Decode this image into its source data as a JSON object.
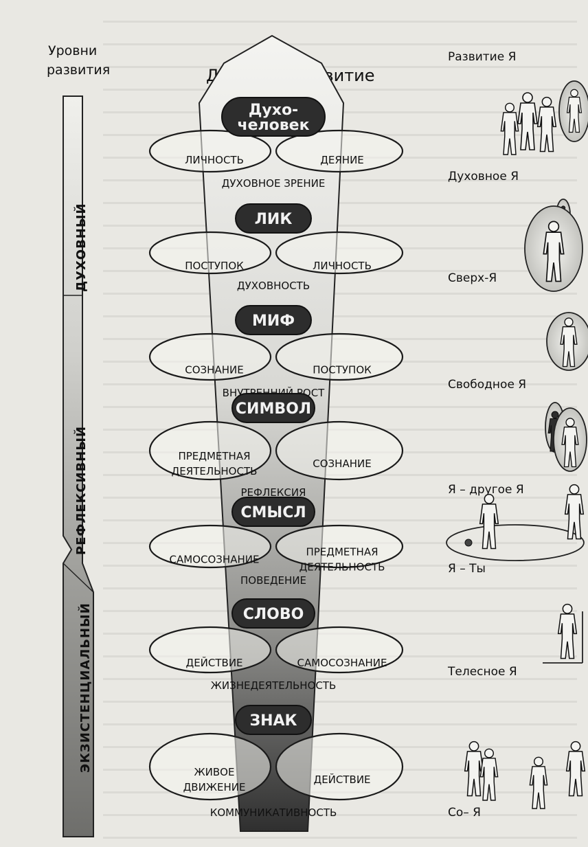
{
  "figure": {
    "levels_heading": [
      "Уровни",
      "развития"
    ],
    "top_title": "Духовное развитие",
    "self_heading": "Развитие Я",
    "levels": [
      "ДУХОВНЫЙ",
      "РЕФЛЕКСИВНЫЙ",
      "ЭКЗИСТЕНЦИАЛЬНЫЙ"
    ],
    "nodes": [
      {
        "pill": [
          "Духо-",
          "человек"
        ],
        "left": [
          "ЛИЧНОСТЬ"
        ],
        "right": [
          "ДЕЯНИЕ"
        ],
        "band": "ДУХОВНОЕ ЗРЕНИЕ",
        "self": "Духовное Я"
      },
      {
        "pill": [
          "ЛИК"
        ],
        "left": [
          "ПОСТУПОК"
        ],
        "right": [
          "ЛИЧНОСТЬ"
        ],
        "band": "ДУХОВНОСТЬ",
        "self": "Сверх-Я"
      },
      {
        "pill": [
          "МИФ"
        ],
        "left": [
          "СОЗНАНИЕ"
        ],
        "right": [
          "ПОСТУПОК"
        ],
        "band": "ВНУТРЕННИЙ РОСТ",
        "self": "Свободное Я"
      },
      {
        "pill": [
          "СИМВОЛ"
        ],
        "left": [
          "ПРЕДМЕТНАЯ",
          "ДЕЯТЕЛЬНОСТЬ"
        ],
        "right": [
          "СОЗНАНИЕ"
        ],
        "band": "РЕФЛЕКСИЯ",
        "self": "Я – другое Я"
      },
      {
        "pill": [
          "СМЫСЛ"
        ],
        "left": [
          "САМОСОЗНАНИЕ"
        ],
        "right": [
          "ПРЕДМЕТНАЯ",
          "ДЕЯТЕЛЬНОСТЬ"
        ],
        "band": "ПОВЕДЕНИЕ",
        "self": "Я – Ты"
      },
      {
        "pill": [
          "СЛОВО"
        ],
        "left": [
          "ДЕЙСТВИЕ"
        ],
        "right": [
          "САМОСОЗНАНИЕ"
        ],
        "band": "ЖИЗНЕДЕЯТЕЛЬНОСТЬ",
        "self": "Телесное Я"
      },
      {
        "pill": [
          "ЗНАК"
        ],
        "left": [
          "ЖИВОЕ",
          "ДВИЖЕНИЕ"
        ],
        "right": [
          "ДЕЙСТВИЕ"
        ],
        "band": "КОММУНИКАТИВНОСТЬ",
        "self": "Со– Я"
      }
    ]
  },
  "colors": {
    "paper": "#e9e8e3",
    "pill_fill": "#2d2d2d",
    "pill_text": "#f2f2f2",
    "ink": "#111111",
    "cone_light": "#f2f2ef",
    "cone_dark": "#303030",
    "faded_text": "#8d8b86"
  }
}
